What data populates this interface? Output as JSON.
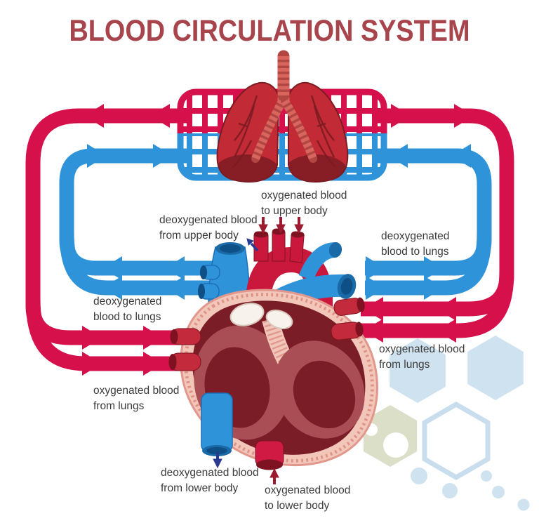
{
  "title": "BLOOD CIRCULATION SYSTEM",
  "labels": {
    "oxygenated_to_upper_body": "oxygenated blood\nto upper body",
    "deoxygenated_from_upper_body": "deoxygenated blood\nfrom upper body",
    "deoxygenated_to_lungs_right": "deoxygenated\nblood to lungs",
    "deoxygenated_to_lungs_left": "deoxygenated\nblood to lungs",
    "oxygenated_from_lungs_right": "oxygenated blood\nfrom lungs",
    "oxygenated_from_lungs_left": "oxygenated blood\nfrom lungs",
    "deoxygenated_from_lower_body": "deoxygenated blood\nfrom lower body",
    "oxygenated_to_lower_body": "oxygenated blood\nto lower body"
  },
  "colors": {
    "artery": "#D5104B",
    "vein": "#2E93D9",
    "vein_dark": "#1C6FB8",
    "title_red": "#A8444B",
    "label_text": "#3B3B3B",
    "lung_red": "#C22B35",
    "lung_dark": "#7D1B22",
    "trachea": "#D8655E",
    "trachea_dark": "#B14642",
    "heart_outline": "#F3C6BA",
    "heart_outline_edge": "#E2978D",
    "heart_chamber": "#7B1D27",
    "heart_wall": "#AA4E55",
    "aorta_red": "#C9183C",
    "vessel_opening_red": "#7E1220",
    "vessel_opening_blue": "#0E4F86",
    "vein_mouth": "#1B6AA8",
    "annotation_red": "#9C1B2E",
    "annotation_navy": "#2B3990",
    "hex_blue": "#CFE2F0",
    "hex_green": "#DBDFC8"
  }
}
